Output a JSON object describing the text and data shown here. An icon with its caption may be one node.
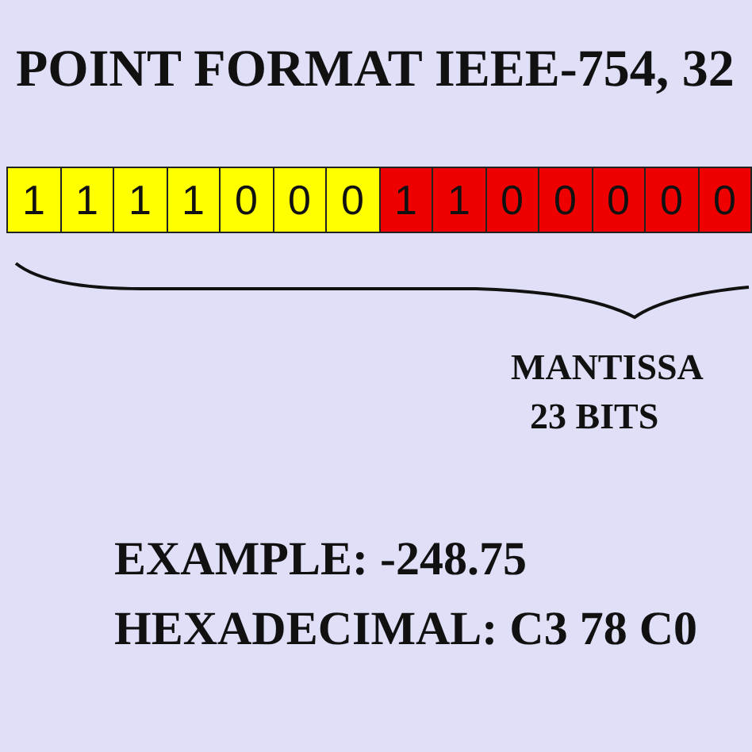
{
  "diagram": {
    "title": "POINT FORMAT IEEE-754, 32",
    "nodes": [
      {
        "text": [
          "1"
        ]
      },
      {
        "text": [
          "1"
        ]
      },
      {
        "text": [
          "1"
        ]
      },
      {
        "text": [
          "1"
        ]
      },
      {
        "text": [
          "0"
        ]
      },
      {
        "text": [
          "0"
        ]
      },
      {
        "text": [
          "0"
        ]
      },
      {
        "text": [
          "1"
        ]
      },
      {
        "text": [
          "1"
        ]
      },
      {
        "text": [
          "0"
        ]
      },
      {
        "text": [
          "0"
        ]
      },
      {
        "text": [
          "0"
        ]
      },
      {
        "text": [
          "0"
        ]
      },
      {
        "text": [
          "0"
        ]
      }
    ],
    "labels": [
      "MANTISSA",
      "23 BITS",
      "EXAMPLE: -248.75",
      "HEXADECIMAL: C3 78 C0"
    ]
  }
}
